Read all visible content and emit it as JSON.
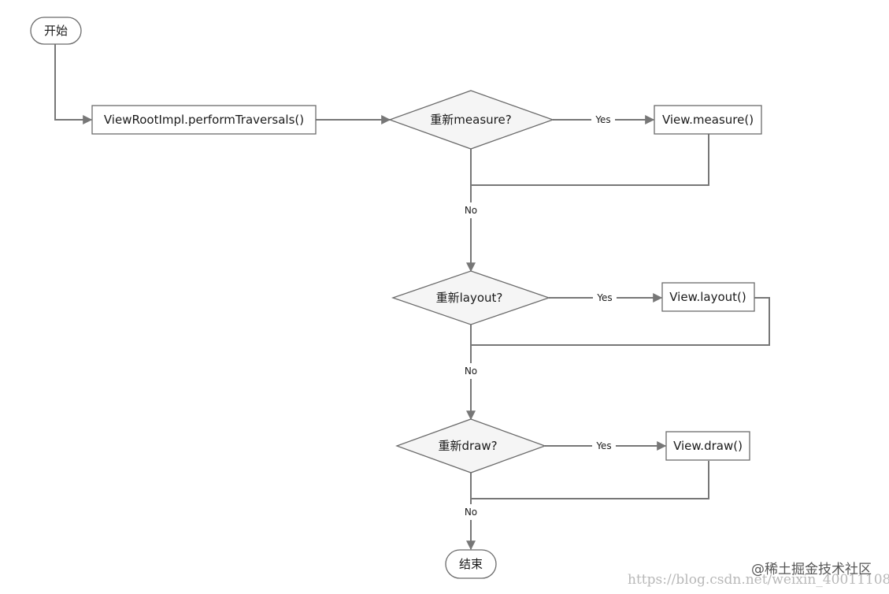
{
  "flowchart": {
    "nodes": [
      {
        "id": "start",
        "shape": "terminal",
        "text": "开始"
      },
      {
        "id": "traversals",
        "shape": "process",
        "text": "ViewRootImpl.performTraversals()"
      },
      {
        "id": "q_measure",
        "shape": "decision",
        "text": "重新measure?"
      },
      {
        "id": "measure",
        "shape": "process",
        "text": "View.measure()"
      },
      {
        "id": "q_layout",
        "shape": "decision",
        "text": "重新layout?"
      },
      {
        "id": "layout",
        "shape": "process",
        "text": "View.layout()"
      },
      {
        "id": "q_draw",
        "shape": "decision",
        "text": "重新draw?"
      },
      {
        "id": "draw",
        "shape": "process",
        "text": "View.draw()"
      },
      {
        "id": "end",
        "shape": "terminal",
        "text": "结束"
      }
    ],
    "edges": [
      {
        "from": "start",
        "to": "traversals",
        "label": ""
      },
      {
        "from": "traversals",
        "to": "q_measure",
        "label": ""
      },
      {
        "from": "q_measure",
        "to": "measure",
        "label": "Yes"
      },
      {
        "from": "q_measure",
        "to": "q_layout",
        "label": "No"
      },
      {
        "from": "measure",
        "to": "q_layout",
        "label": ""
      },
      {
        "from": "q_layout",
        "to": "layout",
        "label": "Yes"
      },
      {
        "from": "q_layout",
        "to": "q_draw",
        "label": "No"
      },
      {
        "from": "layout",
        "to": "q_draw",
        "label": ""
      },
      {
        "from": "q_draw",
        "to": "draw",
        "label": "Yes"
      },
      {
        "from": "q_draw",
        "to": "end",
        "label": "No"
      },
      {
        "from": "draw",
        "to": "end",
        "label": ""
      }
    ]
  },
  "watermark": {
    "url": "https://blog.csdn.net/weixin_40011108",
    "brand": "@稀土掘金技术社区"
  },
  "colors": {
    "stroke": "#6b6b6b",
    "edge": "#777777",
    "diamond_fill": "#f5f5f5",
    "text": "#1a1a1a"
  }
}
